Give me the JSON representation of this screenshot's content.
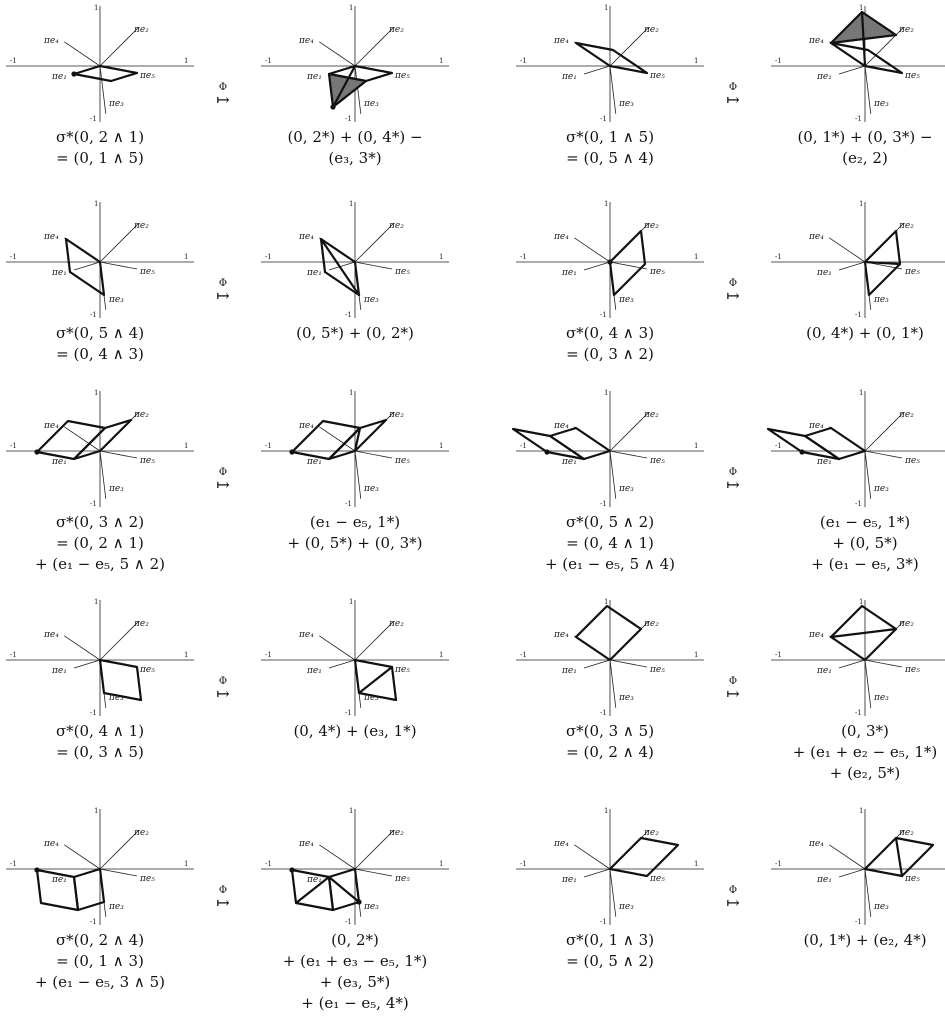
{
  "diagram": {
    "arrow_label": "Φ",
    "arrow_symbol": "↦",
    "axis": {
      "tick_labels": {
        "top": "1",
        "left": "-1",
        "right": "1",
        "bottom": "-1"
      },
      "ray_labels": {
        "e1": "πe₁",
        "e2": "πe₂",
        "e3": "πe₃",
        "e4": "πe₄",
        "e5": "πe₅"
      }
    },
    "colors": {
      "stroke": "#111111",
      "fill": "#777777",
      "axis": "#222222"
    },
    "rows": [
      {
        "pairs": [
          {
            "left": {
              "shapes": [
                {
                  "pts": [
                    "0",
                    "e1",
                    "e1+e5",
                    "e5"
                  ]
                }
              ],
              "dots": [
                "e1"
              ],
              "caption": [
                "σ*(0, 2 ∧ 1)",
                "= (0, 1 ∧ 5)"
              ]
            },
            "right": {
              "shapes": [
                {
                  "pts": [
                    "0",
                    "e1",
                    "e1+e5",
                    "e5"
                  ]
                },
                {
                  "pts": [
                    "e1",
                    "e1+e5",
                    "e1+e3"
                  ],
                  "fill": true
                },
                {
                  "pts": [
                    "0",
                    "e1+e3"
                  ]
                }
              ],
              "dots": [
                "e1+e3"
              ],
              "caption": [
                "(0, 2*) + (0, 4*) −",
                "(e₃, 3*)"
              ]
            }
          },
          {
            "left": {
              "shapes": [
                {
                  "pts": [
                    "0",
                    "e5",
                    "e5+e4",
                    "e4"
                  ]
                }
              ],
              "dots": [],
              "caption": [
                "σ*(0, 1 ∧ 5)",
                "= (0, 5 ∧ 4)"
              ]
            },
            "right": {
              "shapes": [
                {
                  "pts": [
                    "0",
                    "e5",
                    "e5+e4",
                    "e4"
                  ]
                },
                {
                  "pts": [
                    "e4",
                    "e2+e4",
                    "e2"
                  ],
                  "fill": true
                },
                {
                  "pts": [
                    "0",
                    "e2+e4"
                  ]
                }
              ],
              "dots": [],
              "caption": [
                "(0, 1*) + (0, 3*) −",
                "(e₂, 2)"
              ]
            }
          }
        ]
      },
      {
        "pairs": [
          {
            "left": {
              "shapes": [
                {
                  "pts": [
                    "0",
                    "e4",
                    "e4+e3",
                    "e3"
                  ]
                }
              ],
              "dots": [],
              "caption": [
                "σ*(0, 5 ∧ 4)",
                "= (0, 4 ∧ 3)"
              ]
            },
            "right": {
              "shapes": [
                {
                  "pts": [
                    "0",
                    "e4",
                    "e4+e3",
                    "e3"
                  ]
                },
                {
                  "pts": [
                    "e4",
                    "e3"
                  ]
                }
              ],
              "dots": [],
              "caption": [
                "(0, 5*) + (0, 2*)"
              ]
            }
          },
          {
            "left": {
              "shapes": [
                {
                  "pts": [
                    "0",
                    "e3",
                    "e3+e2",
                    "e2"
                  ]
                }
              ],
              "dots": [
                "0"
              ],
              "caption": [
                "σ*(0, 4 ∧ 3)",
                "= (0, 3 ∧ 2)"
              ]
            },
            "right": {
              "shapes": [
                {
                  "pts": [
                    "0",
                    "e3",
                    "e3+e2",
                    "e2"
                  ]
                },
                {
                  "pts": [
                    "0",
                    "e3+e2"
                  ]
                }
              ],
              "dots": [],
              "caption": [
                "(0, 4*) + (0, 1*)"
              ]
            }
          }
        ]
      },
      {
        "pairs": [
          {
            "left": {
              "shapes": [
                {
                  "pts": [
                    "0",
                    "e2",
                    "e1+e2",
                    "e1"
                  ]
                },
                {
                  "pts": [
                    "e1",
                    "e1-e5",
                    "e1+e2-e5",
                    "e1+e2"
                  ]
                }
              ],
              "dots": [
                "e1-e5"
              ],
              "caption": [
                "σ*(0, 3 ∧ 2)",
                "= (0, 2 ∧ 1)",
                "+ (e₁ − e₅, 5 ∧ 2)"
              ]
            },
            "right": {
              "shapes": [
                {
                  "pts": [
                    "0",
                    "e2",
                    "e1+e2",
                    "e1"
                  ]
                },
                {
                  "pts": [
                    "e1",
                    "e1-e5",
                    "e1+e2-e5",
                    "e1+e2"
                  ]
                },
                {
                  "pts": [
                    "0",
                    "e1+e2",
                    "e1"
                  ]
                }
              ],
              "dots": [
                "e1-e5"
              ],
              "caption": [
                "(e₁ − e₅, 1*)",
                "+ (0, 5*) + (0, 3*)"
              ]
            }
          },
          {
            "left": {
              "shapes": [
                {
                  "pts": [
                    "0",
                    "e1",
                    "e1+e4",
                    "e4"
                  ]
                },
                {
                  "pts": [
                    "e1",
                    "e1-e5",
                    "e1-e5+e4",
                    "e1+e4"
                  ]
                }
              ],
              "dots": [
                "e1-e5"
              ],
              "caption": [
                "σ*(0, 5 ∧ 2)",
                "= (0, 4 ∧ 1)",
                "+ (e₁ − e₅, 5 ∧ 4)"
              ]
            },
            "right": {
              "shapes": [
                {
                  "pts": [
                    "0",
                    "e1",
                    "e1+e4",
                    "e4"
                  ]
                },
                {
                  "pts": [
                    "e1",
                    "e1-e5",
                    "e1-e5+e4",
                    "e1+e4"
                  ]
                },
                {
                  "pts": [
                    "e1",
                    "e1+e4"
                  ]
                }
              ],
              "dots": [
                "e1-e5"
              ],
              "caption": [
                "(e₁ − e₅, 1*)",
                "+ (0, 5*)",
                "+ (e₁ − e₅, 3*)"
              ]
            }
          }
        ]
      },
      {
        "pairs": [
          {
            "left": {
              "shapes": [
                {
                  "pts": [
                    "0",
                    "e5",
                    "e5+e3",
                    "e3"
                  ]
                }
              ],
              "dots": [],
              "caption": [
                "σ*(0, 4 ∧ 1)",
                "= (0, 3 ∧ 5)"
              ]
            },
            "right": {
              "shapes": [
                {
                  "pts": [
                    "0",
                    "e5",
                    "e5+e3",
                    "e3"
                  ]
                },
                {
                  "pts": [
                    "e3",
                    "e5"
                  ]
                }
              ],
              "dots": [],
              "caption": [
                "(0, 4*) + (e₃, 1*)"
              ]
            }
          },
          {
            "left": {
              "shapes": [
                {
                  "pts": [
                    "0",
                    "e2",
                    "e2+e4",
                    "e4"
                  ]
                }
              ],
              "dots": [],
              "caption": [
                "σ*(0, 3 ∧ 5)",
                "= (0, 2 ∧ 4)"
              ]
            },
            "right": {
              "shapes": [
                {
                  "pts": [
                    "0",
                    "e2",
                    "e2+e4",
                    "e4"
                  ]
                },
                {
                  "pts": [
                    "e4",
                    "e2"
                  ]
                }
              ],
              "dots": [],
              "caption": [
                "(0, 3*)",
                "+ (e₁ + e₂ − e₅, 1*)",
                "+ (e₂, 5*)"
              ]
            }
          }
        ]
      },
      {
        "pairs": [
          {
            "left": {
              "shapes": [
                {
                  "pts": [
                    "0",
                    "e1",
                    "e1+e3",
                    "e3"
                  ]
                },
                {
                  "pts": [
                    "e1",
                    "e1-e5",
                    "e1-e5+e3",
                    "e1+e3"
                  ]
                }
              ],
              "dots": [
                "e1-e5"
              ],
              "caption": [
                "σ*(0, 2 ∧ 4)",
                "= (0, 1 ∧ 3)",
                "+ (e₁ − e₅, 3 ∧ 5)"
              ]
            },
            "right": {
              "shapes": [
                {
                  "pts": [
                    "0",
                    "e1",
                    "e1+e3",
                    "e3"
                  ]
                },
                {
                  "pts": [
                    "e1",
                    "e1-e5",
                    "e1-e5+e3",
                    "e1+e3"
                  ]
                },
                {
                  "pts": [
                    "e1-e5+e3",
                    "e1",
                    "e3"
                  ]
                }
              ],
              "dots": [
                "e1-e5",
                "e3"
              ],
              "caption": [
                "(0, 2*)",
                "+ (e₁ + e₃ − e₅, 1*)",
                "+ (e₃, 5*)",
                "+ (e₁ − e₅, 4*)"
              ]
            }
          },
          {
            "left": {
              "shapes": [
                {
                  "pts": [
                    "0",
                    "e2",
                    "e2+e5",
                    "e5"
                  ]
                }
              ],
              "dots": [],
              "caption": [
                "σ*(0, 1 ∧ 3)",
                "= (0, 5 ∧ 2)"
              ]
            },
            "right": {
              "shapes": [
                {
                  "pts": [
                    "0",
                    "e2",
                    "e2+e5",
                    "e5"
                  ]
                },
                {
                  "pts": [
                    "e2",
                    "e5"
                  ]
                }
              ],
              "dots": [],
              "caption": [
                "(0, 1*) + (e₂, 4*)"
              ]
            }
          }
        ]
      }
    ]
  }
}
